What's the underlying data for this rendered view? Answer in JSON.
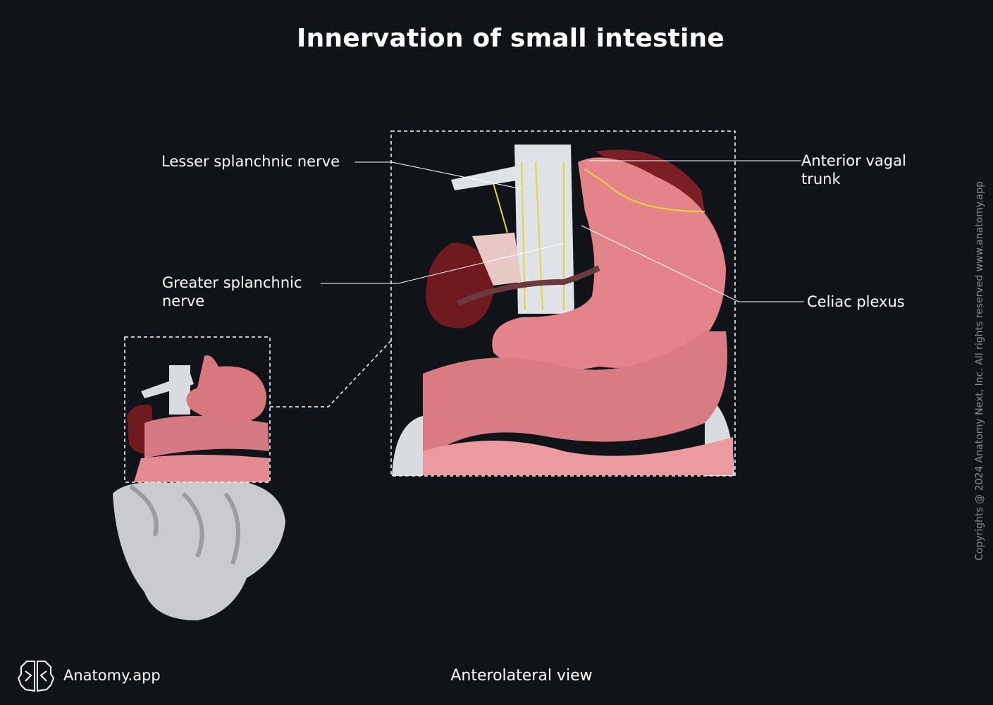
{
  "title": "Innervation of small intestine",
  "labels": {
    "lesser_splanchnic": "Lesser splanchnic nerve",
    "greater_splanchnic_1": "Greater splanchnic",
    "greater_splanchnic_2": "nerve",
    "anterior_vagal_1": "Anterior vagal",
    "anterior_vagal_2": "trunk",
    "celiac_plexus": "Celiac plexus"
  },
  "view": "Anterolateral view",
  "brand": {
    "name": "Anatomy.app",
    "icon": "brain-logo-icon"
  },
  "copyright": "Copyrights @ 2024 Anatomy Next, Inc. All rights reserved www.anatomy.app",
  "colors": {
    "background": "#101318",
    "intestine": "#e0838a",
    "kidney": "#6e1a1f",
    "bone": "#d8dbe0",
    "nerve": "#e8d23a"
  }
}
